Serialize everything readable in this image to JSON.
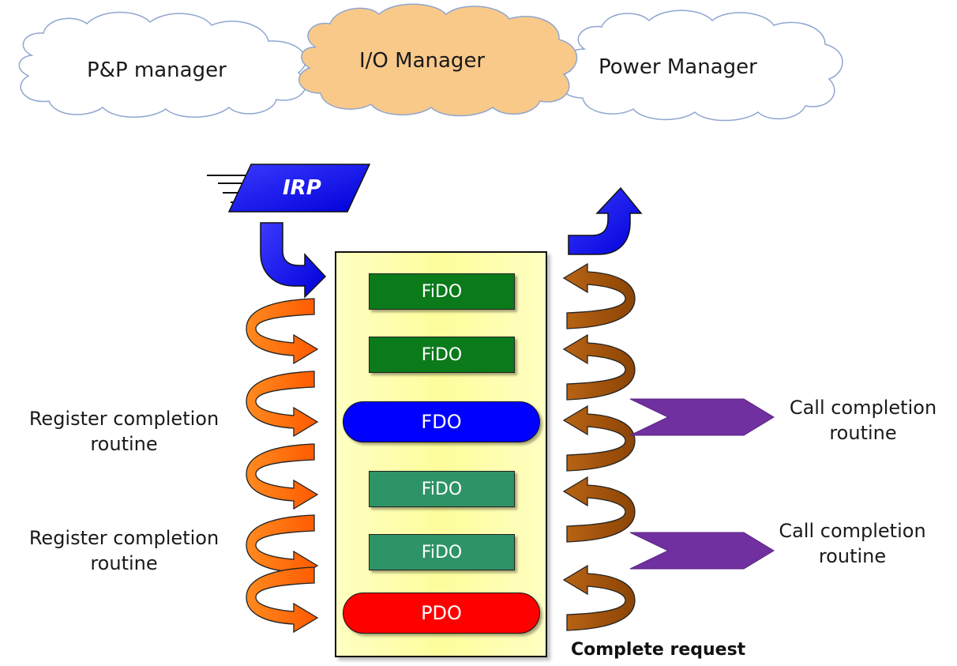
{
  "managers": {
    "pnp": "P&P manager",
    "io": "I/O Manager",
    "power": "Power Manager"
  },
  "irp_label": "IRP",
  "devices": [
    {
      "label": "FiDO",
      "color": "#0b7a1b",
      "shape": "rect"
    },
    {
      "label": "FiDO",
      "color": "#0b7a1b",
      "shape": "rect"
    },
    {
      "label": "FDO",
      "color": "#0000ff",
      "shape": "pill"
    },
    {
      "label": "FiDO",
      "color": "#2e9366",
      "shape": "rect"
    },
    {
      "label": "FiDO",
      "color": "#2e9366",
      "shape": "rect"
    },
    {
      "label": "PDO",
      "color": "#ff0000",
      "shape": "pill"
    }
  ],
  "left_labels": [
    {
      "line1": "Register completion",
      "line2": "routine"
    },
    {
      "line1": "Register completion",
      "line2": "routine"
    }
  ],
  "right_labels": [
    {
      "line1": "Call completion",
      "line2": "routine"
    },
    {
      "line1": "Call completion",
      "line2": "routine"
    }
  ],
  "complete_label": "Complete request",
  "colors": {
    "io_cloud": "#f9c98a",
    "cloud_stroke": "#8fa6cf",
    "irp_arrow": "#0000ff",
    "left_arrow": "#ff6a00",
    "right_arrow": "#a0520a",
    "purple_arrow": "#7030a0",
    "stack_fill": "#ffff9a"
  },
  "icons": {
    "left_loops": "curved-down-arrow-icon",
    "right_loops": "curved-up-arrow-icon",
    "callouts": "chevron-arrow-icon"
  }
}
